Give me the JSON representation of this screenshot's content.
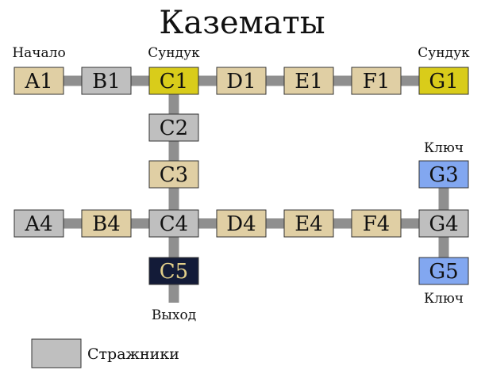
{
  "title": "Казематы",
  "colors": {
    "room": "#e0cfa4",
    "guard": "#bfbfbf",
    "chest": "#d9cc1a",
    "key": "#82a7f0",
    "exit": "#131b38",
    "exit_text": "#e2cf8a",
    "connector": "#8f8f8f",
    "border": "#333333",
    "text": "#111111"
  },
  "rooms": [
    {
      "id": "A1",
      "type": "room"
    },
    {
      "id": "B1",
      "type": "guard"
    },
    {
      "id": "C1",
      "type": "chest"
    },
    {
      "id": "D1",
      "type": "room"
    },
    {
      "id": "E1",
      "type": "room"
    },
    {
      "id": "F1",
      "type": "room"
    },
    {
      "id": "G1",
      "type": "chest"
    },
    {
      "id": "C2",
      "type": "guard"
    },
    {
      "id": "C3",
      "type": "room"
    },
    {
      "id": "A4",
      "type": "guard"
    },
    {
      "id": "B4",
      "type": "room"
    },
    {
      "id": "C4",
      "type": "guard"
    },
    {
      "id": "D4",
      "type": "room"
    },
    {
      "id": "E4",
      "type": "room"
    },
    {
      "id": "F4",
      "type": "room"
    },
    {
      "id": "G4",
      "type": "guard"
    },
    {
      "id": "C5",
      "type": "exit"
    },
    {
      "id": "G3",
      "type": "key"
    },
    {
      "id": "G5",
      "type": "key"
    }
  ],
  "connections": [
    [
      "A1",
      "B1"
    ],
    [
      "B1",
      "C1"
    ],
    [
      "C1",
      "D1"
    ],
    [
      "D1",
      "E1"
    ],
    [
      "E1",
      "F1"
    ],
    [
      "F1",
      "G1"
    ],
    [
      "C1",
      "C2"
    ],
    [
      "C2",
      "C3"
    ],
    [
      "C3",
      "C4"
    ],
    [
      "C4",
      "C5"
    ],
    [
      "A4",
      "B4"
    ],
    [
      "B4",
      "C4"
    ],
    [
      "C4",
      "D4"
    ],
    [
      "D4",
      "E4"
    ],
    [
      "E4",
      "F4"
    ],
    [
      "F4",
      "G4"
    ],
    [
      "G3",
      "G4"
    ],
    [
      "G4",
      "G5"
    ]
  ],
  "annotations": {
    "start": "Начало",
    "chest_c1": "Сундук",
    "chest_g1": "Сундук",
    "key_g3": "Ключ",
    "key_g5": "Ключ",
    "exit": "Выход"
  },
  "legend": {
    "guards_label": "Стражники"
  }
}
